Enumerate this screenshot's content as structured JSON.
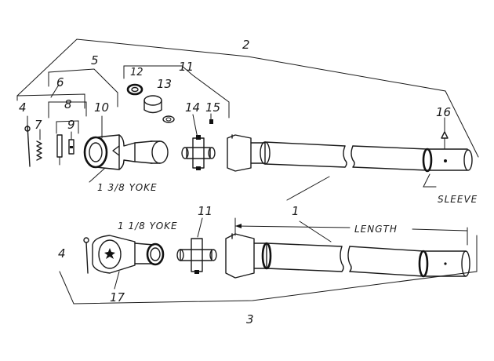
{
  "callouts": {
    "n1": "1",
    "n2": "2",
    "n3": "3",
    "n4a": "4",
    "n4b": "4",
    "n5": "5",
    "n6": "6",
    "n7": "7",
    "n8": "8",
    "n9": "9",
    "n10": "10",
    "n11a": "11",
    "n11b": "11",
    "n12": "12",
    "n13": "13",
    "n14": "14",
    "n15": "15",
    "n16": "16",
    "n17": "17"
  },
  "words": {
    "yoke_top": "1 3/8 YOKE",
    "yoke_bottom": "1 1/8 YOKE",
    "sleeve": "SLEEVE",
    "length": "LENGTH"
  }
}
